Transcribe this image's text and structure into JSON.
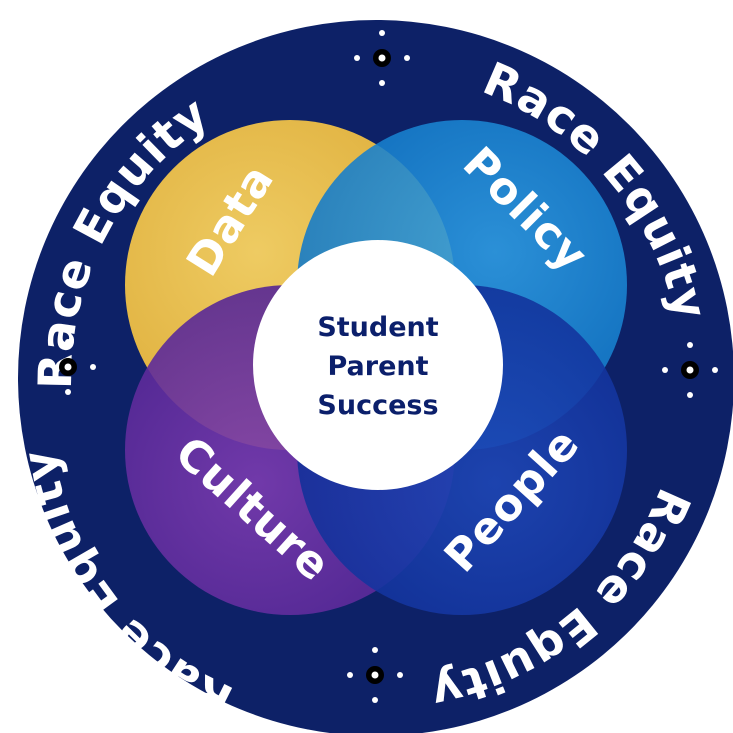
{
  "ring": {
    "labels": [
      "Race Equity",
      "Race Equity",
      "Race Equity",
      "Race Equity"
    ],
    "color": "#0d2167"
  },
  "petals": {
    "data": {
      "label": "Data",
      "color": "#f5c342"
    },
    "policy": {
      "label": "Policy",
      "color": "#1e8fd8"
    },
    "culture": {
      "label": "Culture",
      "color": "#6a2da0"
    },
    "people": {
      "label": "People",
      "color": "#1a3aa8"
    }
  },
  "center": {
    "lines": [
      "Student",
      "Parent",
      "Success"
    ],
    "text_color": "#0b1f6b"
  },
  "emblems": [
    "sun-people-icon",
    "sun-people-icon",
    "sun-people-icon",
    "sun-people-icon"
  ]
}
